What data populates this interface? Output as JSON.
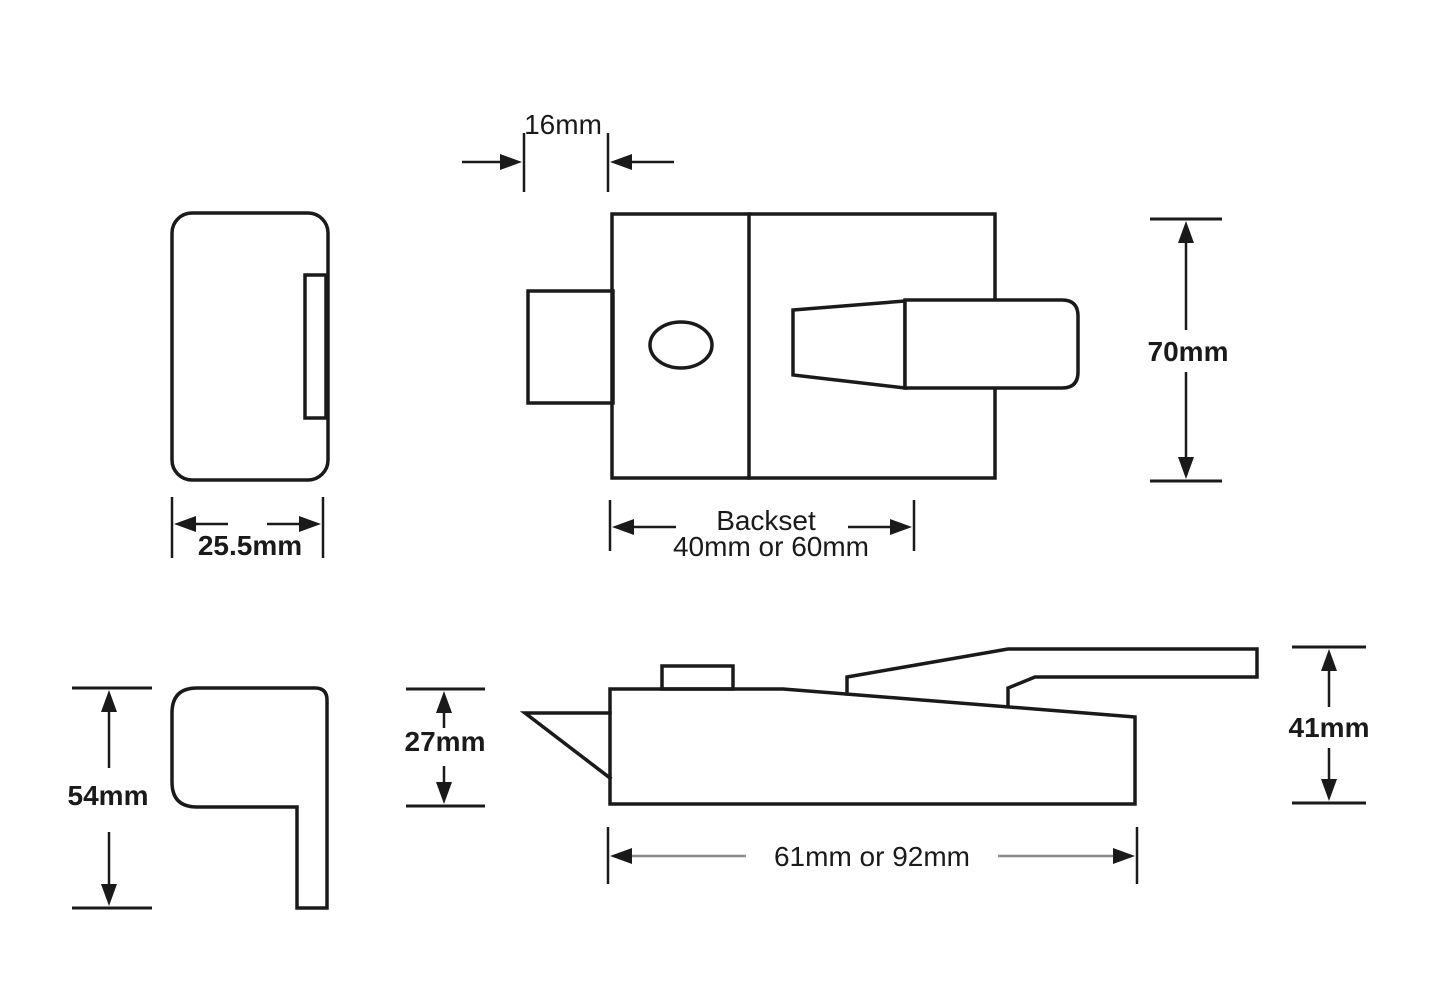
{
  "diagram": {
    "type": "technical-dimension-drawing",
    "subject": "rim-nightlatch-door-lock",
    "background_color": "#ffffff",
    "line_color": "#1a1a1a",
    "dim_shaft_gray": "#8a8a8a",
    "labels": {
      "bolt_width": "16mm",
      "case_height": "70mm",
      "backset_title": "Backset",
      "backset_values": "40mm or 60mm",
      "case_depth": "25.5mm",
      "staple_height": "54mm",
      "body_height": "27mm",
      "body_length": "61mm or 92mm",
      "overall_height": "41mm"
    }
  }
}
